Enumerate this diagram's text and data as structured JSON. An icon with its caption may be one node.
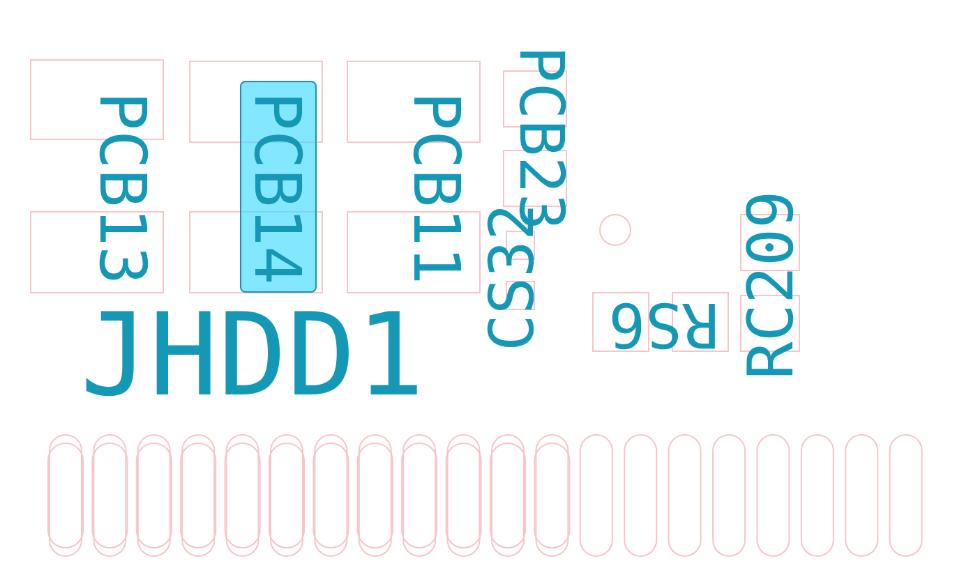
{
  "diagram": {
    "nodes": [
      {
        "text": [
          "PCB14"
        ]
      }
    ],
    "labels": [
      "PCB13",
      "PCB11",
      "PCB23",
      "CS32",
      "RS6",
      "RC209",
      "JHDD1"
    ]
  }
}
